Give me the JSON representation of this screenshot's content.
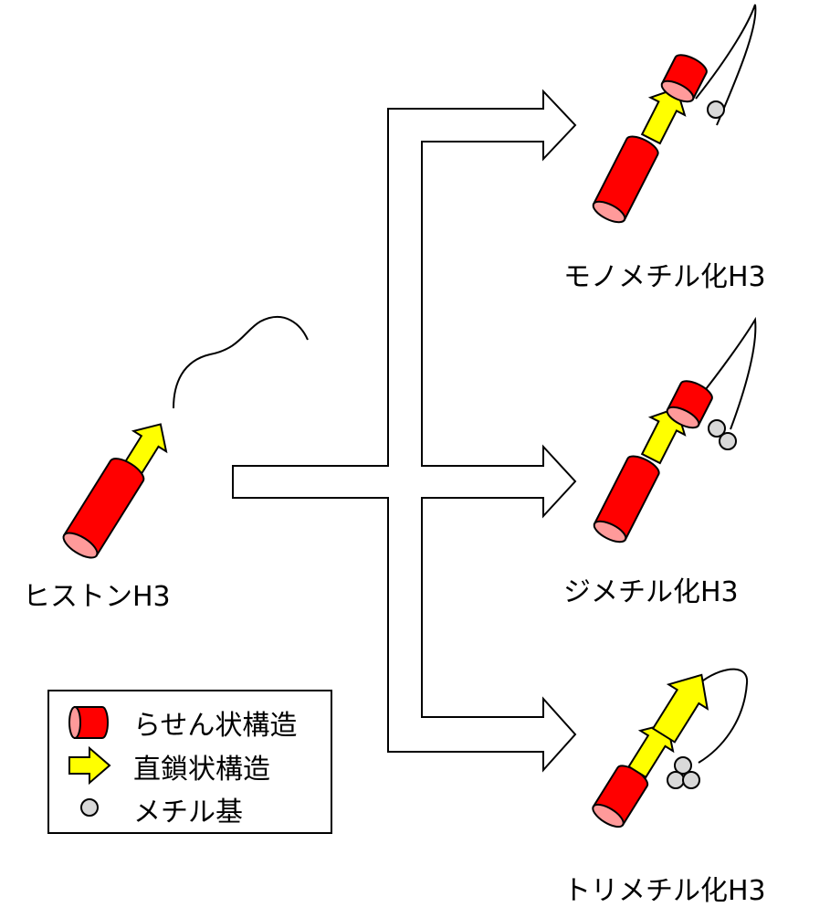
{
  "labels": {
    "histone": "ヒストンH3",
    "mono": "モノメチル化H3",
    "di": "ジメチル化H3",
    "tri": "トリメチル化H3"
  },
  "legend": {
    "items": [
      {
        "icon": "red-cylinder-icon",
        "label": "らせん状構造"
      },
      {
        "icon": "yellow-arrow-icon",
        "label": "直鎖状構造"
      },
      {
        "icon": "gray-circle-icon",
        "label": "メチル基"
      }
    ]
  },
  "colors": {
    "helix_red": "#ff0000",
    "helix_end_pink": "#ff9a9a",
    "linear_yellow": "#ffff00",
    "methyl_gray": "#d9d9d9"
  }
}
